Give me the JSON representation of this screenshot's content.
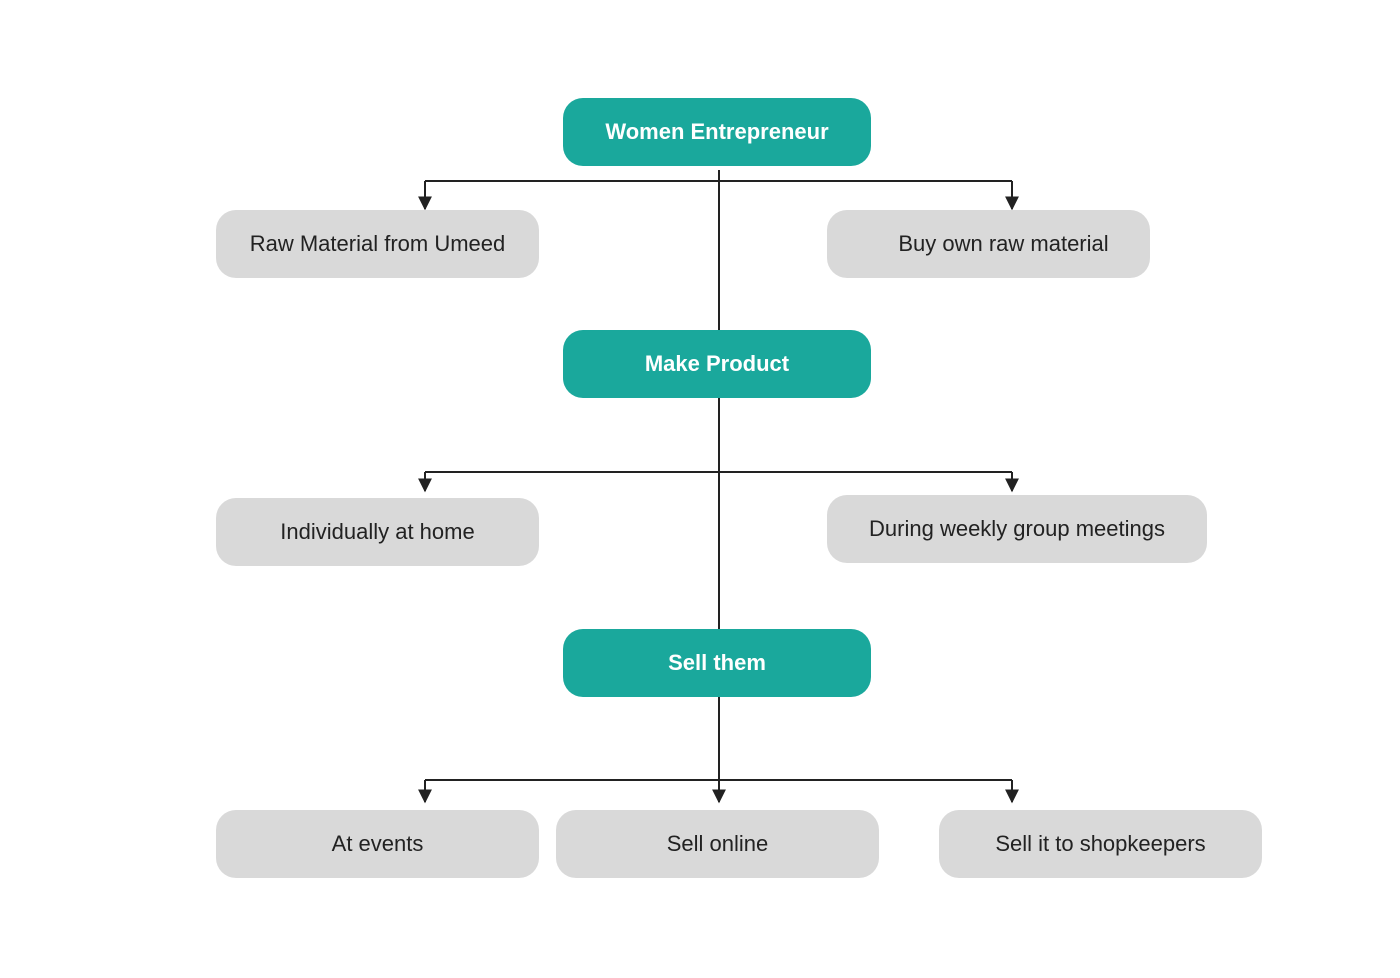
{
  "colors": {
    "primary": "#1aa89c",
    "secondary": "#d9d9d9",
    "connector": "#222222"
  },
  "diagram": {
    "root": "Women Entrepreneur",
    "stage1": {
      "left": "Raw Material from Umeed",
      "right": "Buy own raw material"
    },
    "make": "Make Product",
    "stage2": {
      "left": "Individually at home",
      "right": "During weekly group meetings"
    },
    "sell": "Sell them",
    "stage3": {
      "left": "At events",
      "middle": "Sell online",
      "right": "Sell it to shopkeepers"
    }
  }
}
